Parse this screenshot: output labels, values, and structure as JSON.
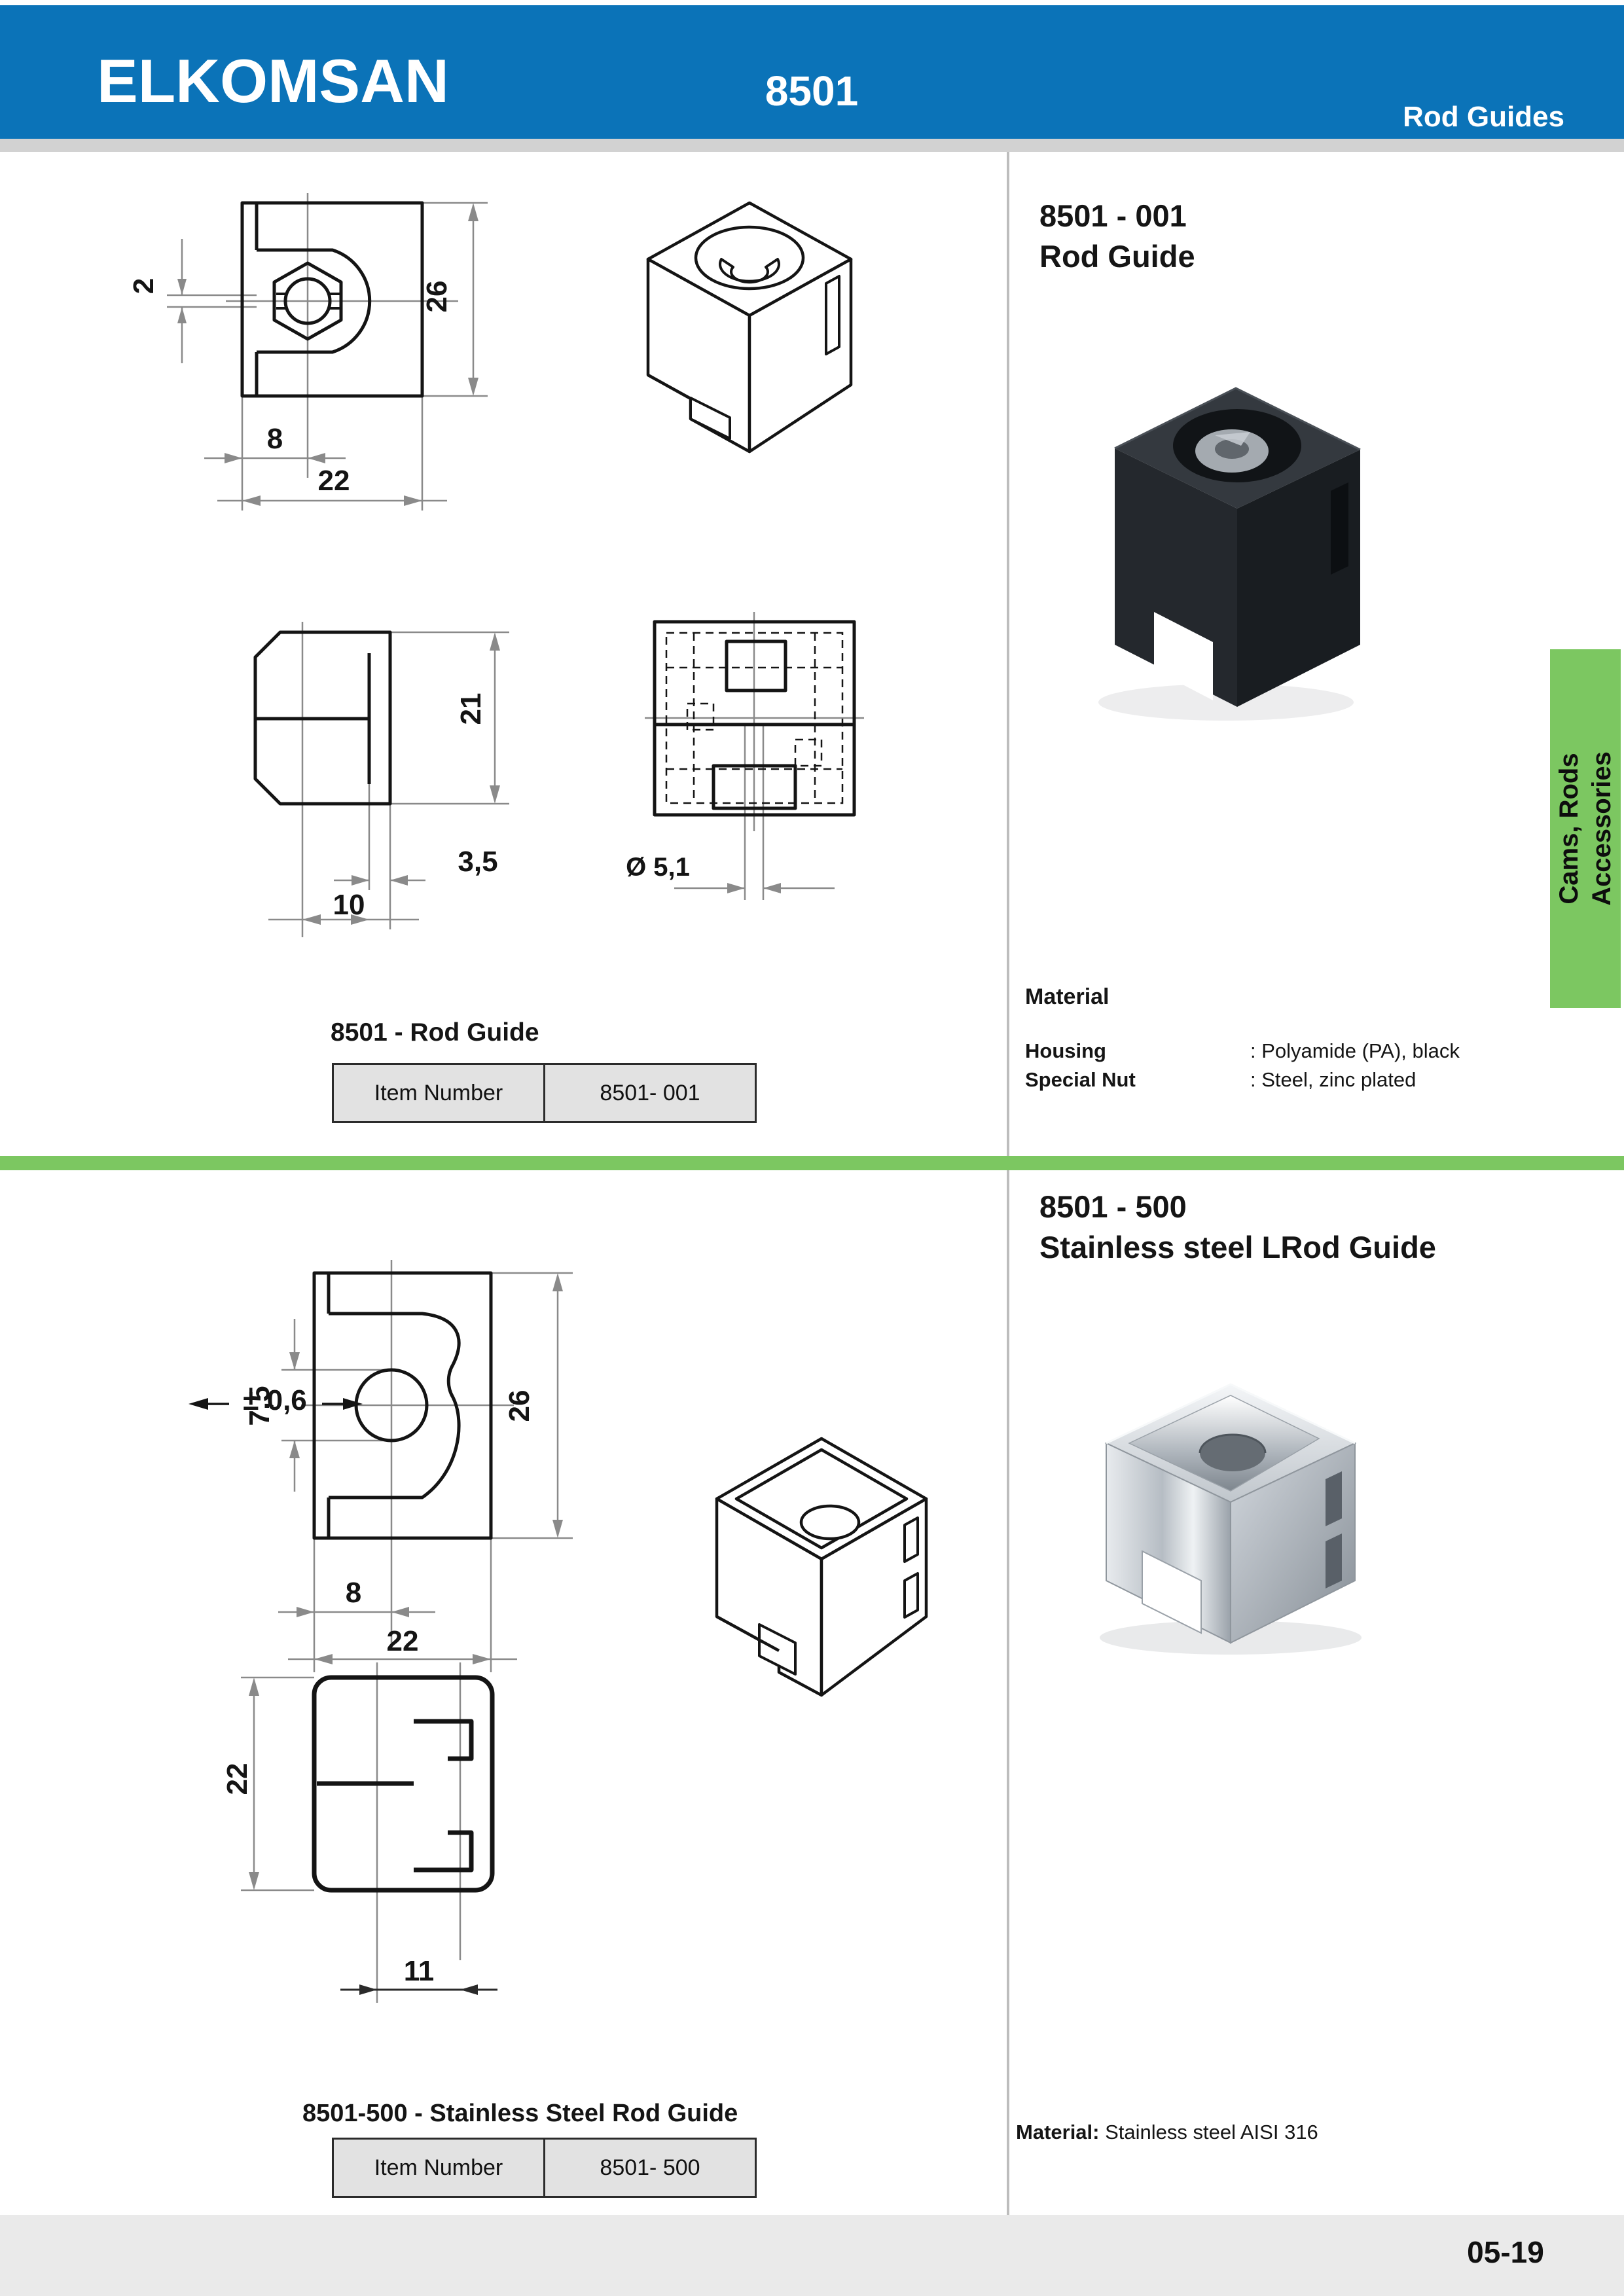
{
  "colors": {
    "header_blue": "#0b73b8",
    "accent_green": "#7cc761",
    "table_fill": "#e2e2e2",
    "footer_gray": "#eaeaea"
  },
  "header": {
    "brand": "ELKOMSAN",
    "code": "8501",
    "section": "Rod Guides"
  },
  "sidebar_tab": {
    "line1": "Cams, Rods",
    "line2": "Accessories"
  },
  "footer": {
    "page_number": "05-19"
  },
  "product_top": {
    "title_code": "8501 - 001",
    "title_name": "Rod Guide",
    "caption": "8501 - Rod Guide",
    "table": {
      "label": "Item Number",
      "value": "8501- 001"
    },
    "material_heading": "Material",
    "material_rows": [
      {
        "label": "Housing",
        "value": ": Polyamide (PA), black"
      },
      {
        "label": "Special Nut",
        "value": ": Steel, zinc plated"
      }
    ],
    "dims": {
      "d2": "2",
      "d26": "26",
      "d8": "8",
      "d22": "22",
      "d21": "21",
      "d35": "3,5",
      "d10": "10",
      "d51": "Ø 5,1"
    }
  },
  "product_bottom": {
    "title_code": "8501 - 500",
    "title_name": "Stainless steel LRod Guide",
    "caption": "8501-500 - Stainless Steel Rod Guide",
    "table": {
      "label": "Item Number",
      "value": "8501- 500"
    },
    "material_label": "Material:",
    "material_value": " Stainless steel AISI 316",
    "dims": {
      "tol": "± 0,6",
      "d75": "7,5",
      "d26": "26",
      "d8": "8",
      "d22f": "22",
      "d22b": "22",
      "d11": "11"
    }
  }
}
